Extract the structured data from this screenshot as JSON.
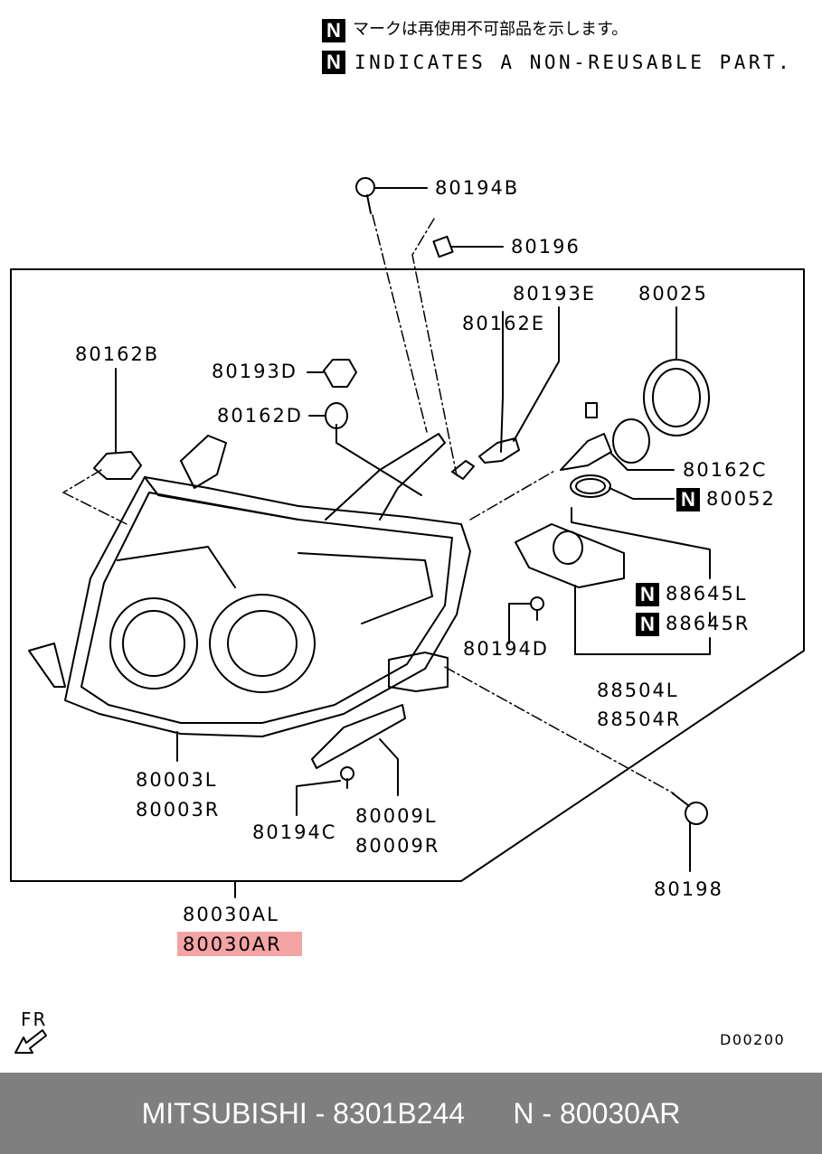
{
  "legend": {
    "badge": "N",
    "japanese": "マークは再使用不可部品を示します。",
    "english": "INDICATES A NON-REUSABLE PART."
  },
  "parts": {
    "p80194B": "80194B",
    "p80196": "80196",
    "p80193E": "80193E",
    "p80025": "80025",
    "p80162E": "80162E",
    "p80162B": "80162B",
    "p80193D": "80193D",
    "p80162D": "80162D",
    "p80162C": "80162C",
    "p80052": "80052",
    "p88645L": "88645L",
    "p88645R": "88645R",
    "p80194D": "80194D",
    "p88504L": "88504L",
    "p88504R": "88504R",
    "p80003L": "80003L",
    "p80003R": "80003R",
    "p80009L": "80009L",
    "p80009R": "80009R",
    "p80194C": "80194C",
    "p80198": "80198",
    "p80030AL": "80030AL",
    "p80030AR": "80030AR"
  },
  "fr_label": "FR",
  "diagram_code": "D00200",
  "footer": "MITSUBISHI - 8301B244      N - 80030AR",
  "colors": {
    "highlight": "#f5a4a4",
    "footer_bg": "#7f7f7f"
  }
}
